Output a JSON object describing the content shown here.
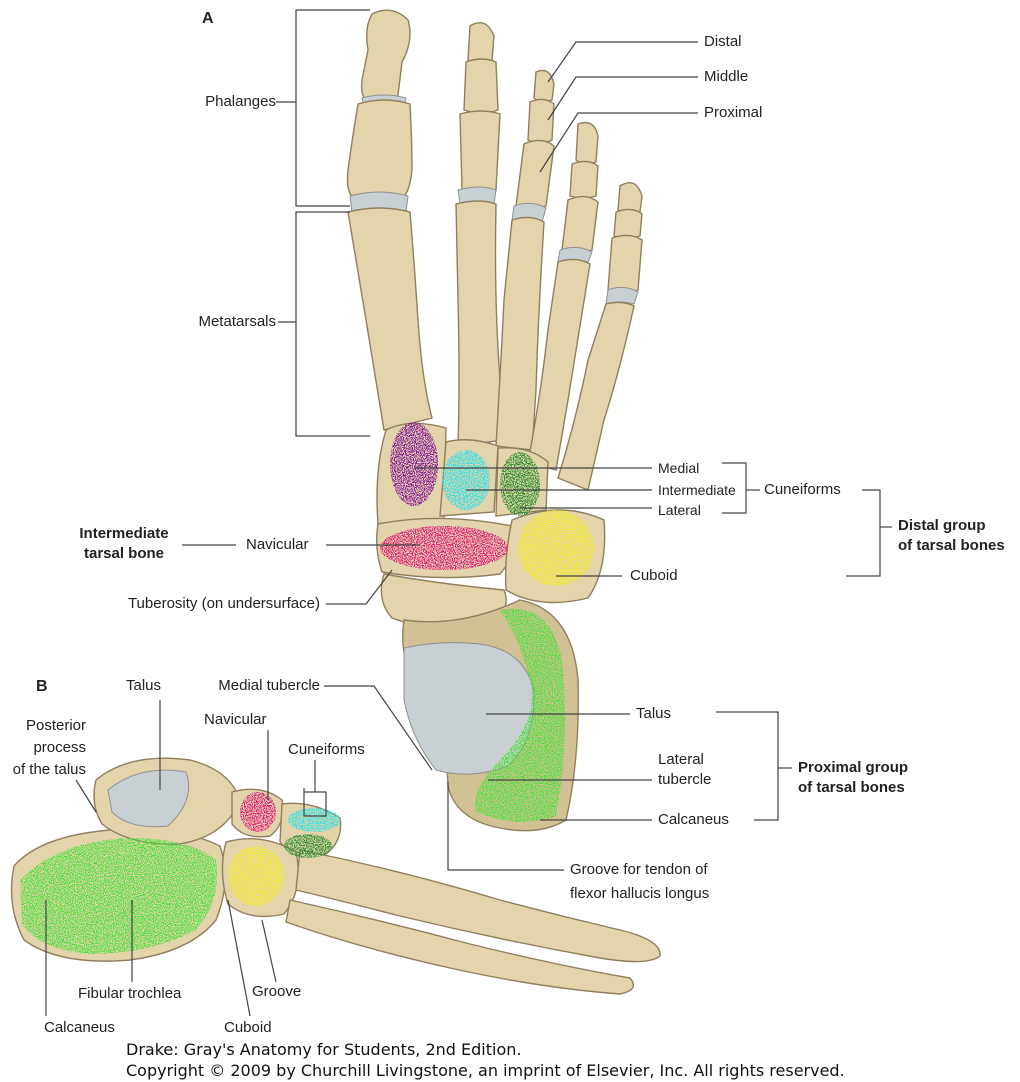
{
  "panels": {
    "a": "A",
    "b": "B"
  },
  "labels_a": {
    "phalanges": "Phalanges",
    "metatarsals": "Metatarsals",
    "distal": "Distal",
    "middle": "Middle",
    "proximal": "Proximal",
    "medial": "Medial",
    "intermediate": "Intermediate",
    "lateral": "Lateral",
    "cuneiforms": "Cuneiforms",
    "distal_group_1": "Distal group",
    "distal_group_2": "of tarsal bones",
    "intermediate_tarsal_1": "Intermediate",
    "intermediate_tarsal_2": "tarsal bone",
    "navicular": "Navicular",
    "cuboid": "Cuboid",
    "tuberosity": "Tuberosity (on undersurface)",
    "medial_tubercle": "Medial tubercle",
    "talus": "Talus",
    "lateral_tubercle_1": "Lateral",
    "lateral_tubercle_2": "tubercle",
    "proximal_group_1": "Proximal group",
    "proximal_group_2": "of tarsal bones",
    "calcaneus": "Calcaneus",
    "groove_fhl_1": "Groove for tendon of",
    "groove_fhl_2": "flexor hallucis longus"
  },
  "labels_b": {
    "talus": "Talus",
    "posterior_process_1": "Posterior",
    "posterior_process_2": "process",
    "posterior_process_3": "of the talus",
    "navicular": "Navicular",
    "cuneiforms": "Cuneiforms",
    "fibular_trochlea": "Fibular trochlea",
    "groove": "Groove",
    "calcaneus": "Calcaneus",
    "cuboid": "Cuboid"
  },
  "credit": {
    "line1": "Drake: Gray's Anatomy for Students, 2nd Edition.",
    "line2": "Copyright © 2009 by Churchill Livingstone, an imprint of Elsevier, Inc. All rights reserved."
  },
  "highlight_colors": {
    "medial_cuneiform": "#8a1a9a",
    "intermediate_cuneiform": "#33e0e8",
    "lateral_cuneiform": "#2f8f2f",
    "navicular": "#e0247a",
    "cuboid": "#f2ec2a",
    "calcaneus": "#4ee03a",
    "bone": "#e3d4ac",
    "talus_surface": "#c9ced2"
  }
}
